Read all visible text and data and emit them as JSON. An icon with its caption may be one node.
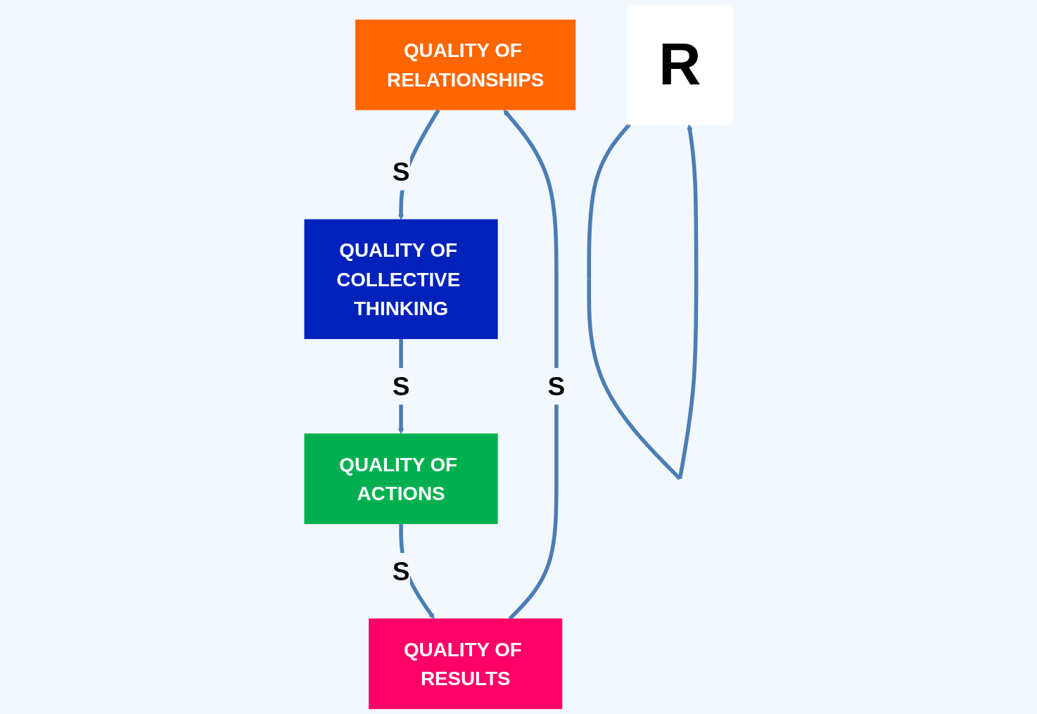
{
  "diagram": {
    "nodes": [
      {
        "text": [
          "QUALITY OF RELATIONSHIPS"
        ]
      },
      {
        "text": [
          "QUALITY OF COLLECTIVE THINKING"
        ]
      },
      {
        "text": [
          "QUALITY OF ACTIONS"
        ]
      },
      {
        "text": [
          "QUALITY OF RESULTS"
        ]
      },
      {
        "text": [
          "R"
        ]
      }
    ],
    "edges": [
      {
        "from": 0,
        "to": 1,
        "arrow": "to",
        "label": "S"
      },
      {
        "from": 1,
        "to": 2,
        "arrow": "to",
        "label": "S"
      },
      {
        "from": 2,
        "to": 3,
        "arrow": "to",
        "label": "S"
      },
      {
        "from": 3,
        "to": 0,
        "arrow": "to",
        "label": "S"
      },
      {
        "from": 4,
        "to": 4,
        "arrow": "to"
      }
    ]
  }
}
